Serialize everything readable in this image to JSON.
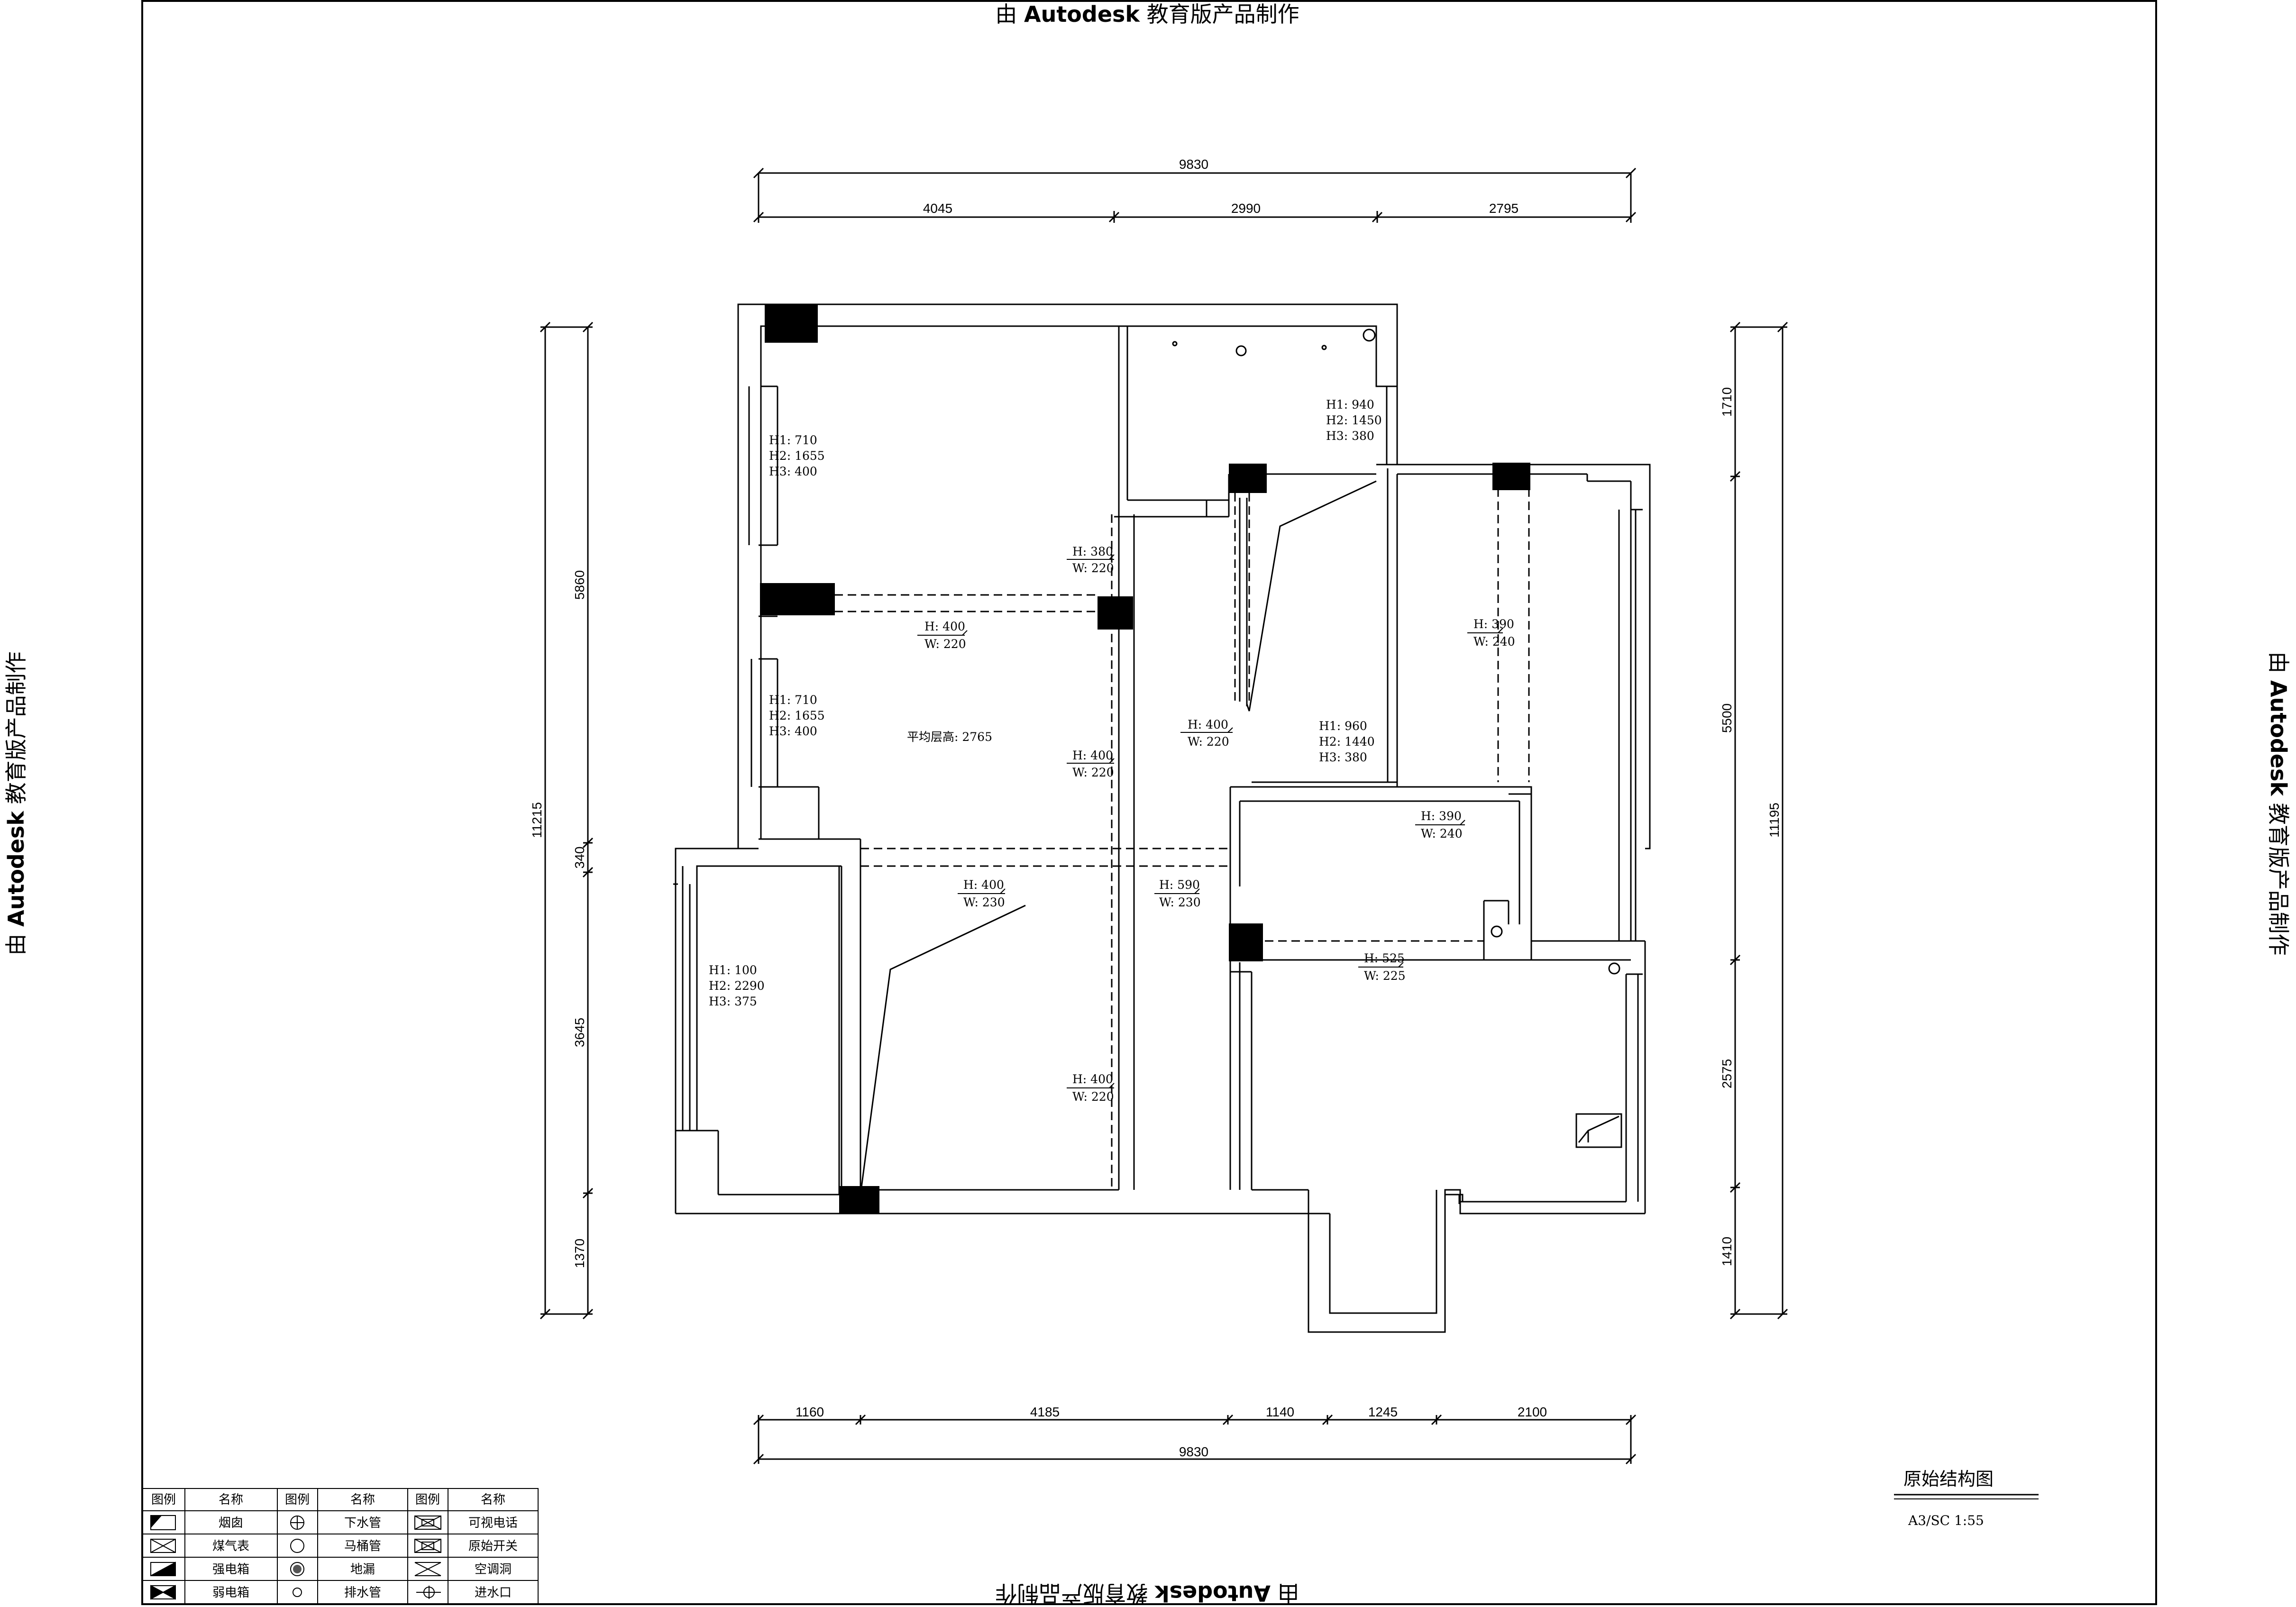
{
  "watermark": "由 Autodesk 教育版产品制作",
  "watermark_parts": {
    "prefix": "由 ",
    "brand": "Autodesk",
    "suffix": " 教育版产品制作"
  },
  "drawing": {
    "title": "原始结构图",
    "scale": "A3/SC 1:55",
    "average_height": "平均层高: 2765"
  },
  "dimensions": {
    "top_total": "9830",
    "top": [
      "4045",
      "2990",
      "2795"
    ],
    "bottom": [
      "1160",
      "4185",
      "1140",
      "1245",
      "2100"
    ],
    "bottom_total": "9830",
    "left_total": "11215",
    "left": [
      "5860",
      "340",
      "3645",
      "1370"
    ],
    "right_total": "11195",
    "right": [
      "1710",
      "5500",
      "2575",
      "1410"
    ]
  },
  "annotations": {
    "win_left_upper": [
      "H1: 710",
      "H2: 1655",
      "H3: 400"
    ],
    "win_left_mid": [
      "H1: 710",
      "H2: 1655",
      "H3: 400"
    ],
    "win_top_right": [
      "H1: 940",
      "H2: 1450",
      "H3: 380"
    ],
    "win_mid_right": [
      "H1: 960",
      "H2: 1440",
      "H3: 380"
    ],
    "win_bottom_left": [
      "H1: 100",
      "H2: 2290",
      "H3: 375"
    ],
    "beam_a": [
      "H: 380",
      "W: 220"
    ],
    "beam_b": [
      "H: 400",
      "W: 220"
    ],
    "beam_c": [
      "H: 390",
      "W: 240"
    ],
    "beam_d": [
      "H: 400",
      "W: 220"
    ],
    "beam_e": [
      "H: 400",
      "W: 220"
    ],
    "beam_f": [
      "H: 390",
      "W: 240"
    ],
    "beam_g": [
      "H: 400",
      "W: 230"
    ],
    "beam_h": [
      "H: 590",
      "W: 230"
    ],
    "beam_i": [
      "H: 525",
      "W: 225"
    ],
    "beam_j": [
      "H: 400",
      "W: 220"
    ]
  },
  "legend": {
    "headers": [
      "图例",
      "名称",
      "图例",
      "名称",
      "图例",
      "名称"
    ],
    "rows": [
      [
        {
          "icon": "chimney-icon",
          "name": "烟囱"
        },
        {
          "icon": "drain-pipe-icon",
          "name": "下水管"
        },
        {
          "icon": "video-phone-icon",
          "name": "可视电话"
        }
      ],
      [
        {
          "icon": "gas-meter-icon",
          "name": "煤气表"
        },
        {
          "icon": "toilet-pipe-icon",
          "name": "马桶管"
        },
        {
          "icon": "original-switch-icon",
          "name": "原始开关"
        }
      ],
      [
        {
          "icon": "power-box-icon",
          "name": "强电箱"
        },
        {
          "icon": "floor-drain-icon",
          "name": "地漏"
        },
        {
          "icon": "ac-hole-icon",
          "name": "空调洞"
        }
      ],
      [
        {
          "icon": "low-voltage-box-icon",
          "name": "弱电箱"
        },
        {
          "icon": "exhaust-pipe-icon",
          "name": "排水管"
        },
        {
          "icon": "water-inlet-icon",
          "name": "进水口"
        }
      ]
    ]
  }
}
